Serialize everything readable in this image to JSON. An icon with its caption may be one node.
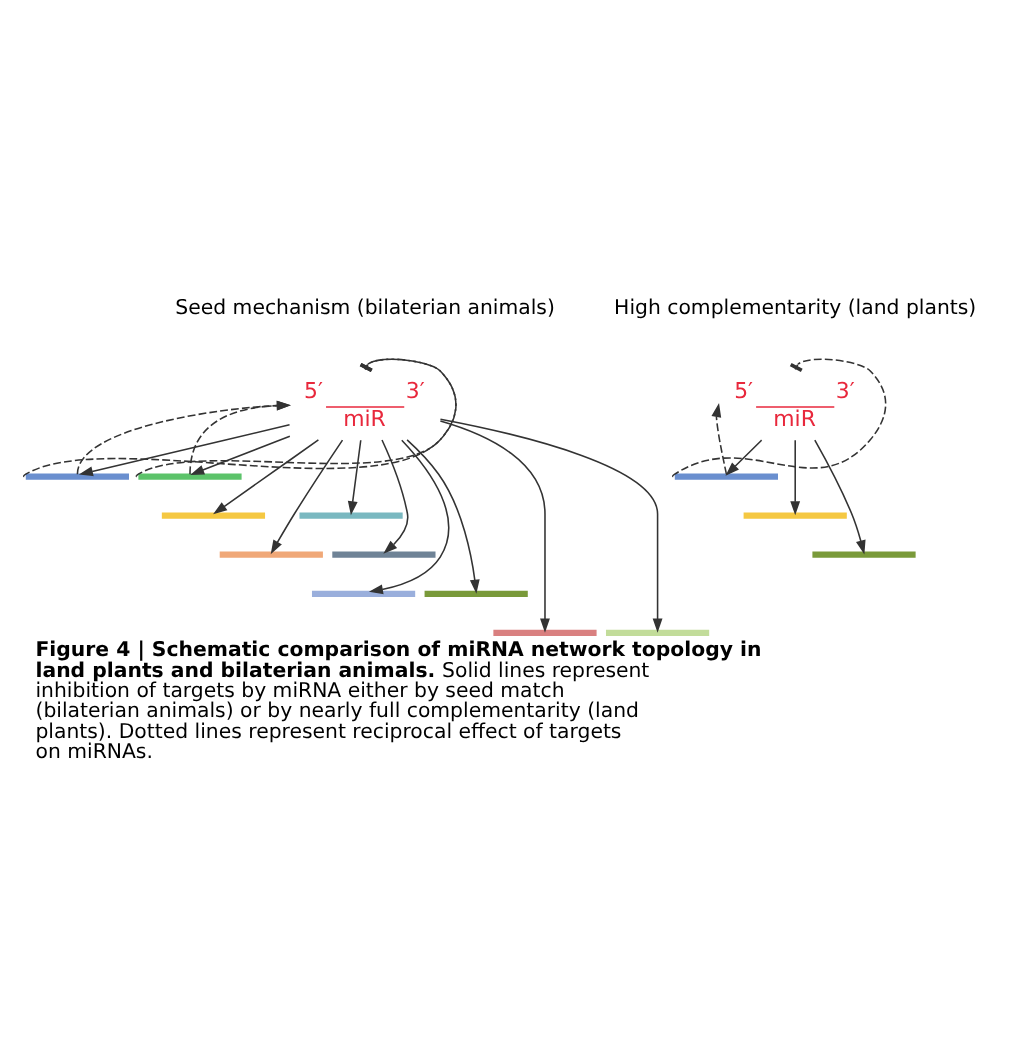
{
  "diagram": {
    "caption": "**Figure 4 | Schematic comparison of miRNA network topology in land plants and bilaterian animals.** Solid lines represent inhibition of targets by miRNA either by seed match (bilaterian animals) or by nearly full complementarity (land plants). Dotted lines represent reciprocal effect of targets on miRNAs.",
    "nodes": [
      {
        "text": [
          "5′",
          "miR",
          "3′"
        ]
      },
      {
        "text": [],
        "shape": "bar"
      },
      {
        "text": [],
        "shape": "bar"
      },
      {
        "text": [],
        "shape": "bar"
      },
      {
        "text": [],
        "shape": "bar"
      },
      {
        "text": [],
        "shape": "bar"
      },
      {
        "text": [],
        "shape": "bar"
      },
      {
        "text": [],
        "shape": "bar"
      },
      {
        "text": [],
        "shape": "bar"
      },
      {
        "text": [],
        "shape": "bar"
      },
      {
        "text": [],
        "shape": "bar"
      },
      {
        "text": [
          "5′",
          "miR",
          "3′"
        ]
      },
      {
        "text": [],
        "shape": "bar"
      },
      {
        "text": [],
        "shape": "bar"
      },
      {
        "text": [],
        "shape": "bar"
      }
    ],
    "edges": [
      {
        "from": 0,
        "to": 1,
        "arrow": "to"
      },
      {
        "from": 0,
        "to": 2,
        "arrow": "to"
      },
      {
        "from": 0,
        "to": 3,
        "arrow": "to"
      },
      {
        "from": 0,
        "to": 4,
        "arrow": "to"
      },
      {
        "from": 0,
        "to": 5,
        "arrow": "to"
      },
      {
        "from": 0,
        "to": 6,
        "arrow": "to"
      },
      {
        "from": 0,
        "to": 7,
        "arrow": "to"
      },
      {
        "from": 0,
        "to": 8,
        "arrow": "to"
      },
      {
        "from": 0,
        "to": 9,
        "arrow": "to"
      },
      {
        "from": 0,
        "to": 10,
        "arrow": "to"
      },
      {
        "from": 1,
        "to": 0,
        "arrow": "other",
        "style": "dashed"
      },
      {
        "from": 1,
        "to": 0,
        "arrow": "to",
        "style": "dashed"
      },
      {
        "from": 2,
        "to": 0,
        "arrow": "other",
        "style": "dashed"
      },
      {
        "from": 2,
        "to": 0,
        "arrow": "to",
        "style": "dashed"
      },
      {
        "from": 11,
        "to": 12,
        "arrow": "to"
      },
      {
        "from": 11,
        "to": 13,
        "arrow": "to"
      },
      {
        "from": 11,
        "to": 14,
        "arrow": "to"
      },
      {
        "from": 12,
        "to": 11,
        "arrow": "other",
        "style": "dashed"
      },
      {
        "from": 12,
        "to": 11,
        "arrow": "to",
        "style": "dashed"
      }
    ],
    "labels": [
      "Seed mechanism (bilaterian animals)",
      "High complementarity (land plants)"
    ]
  }
}
